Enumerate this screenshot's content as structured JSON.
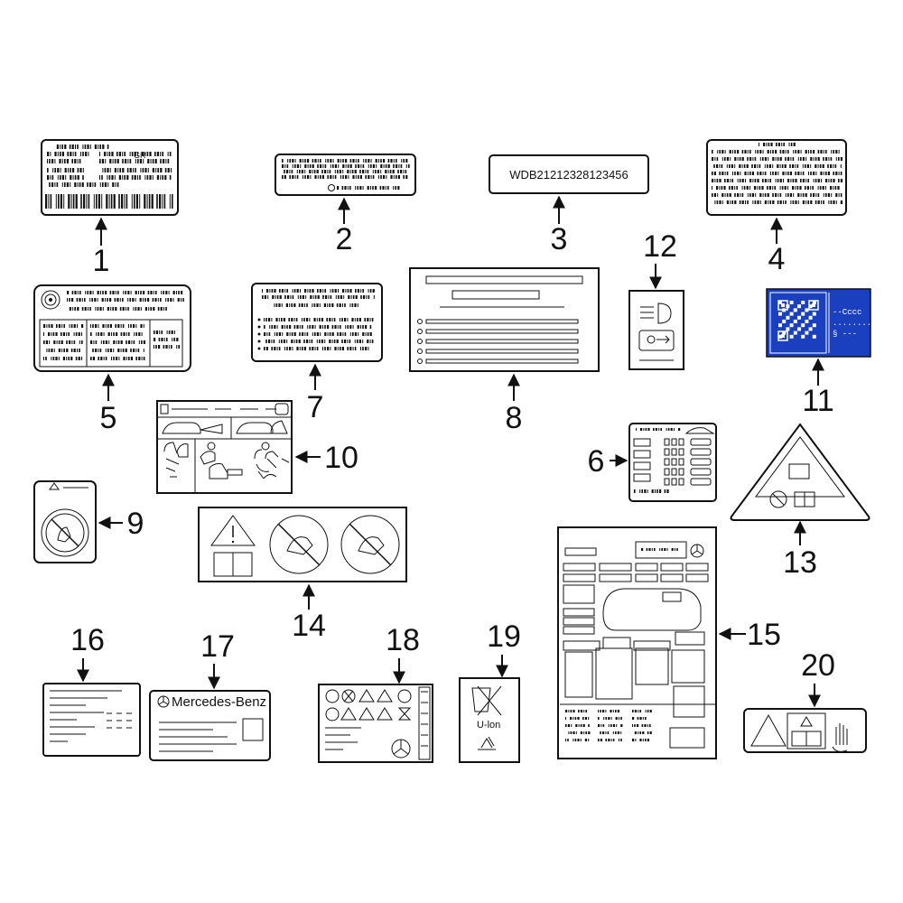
{
  "diagram": {
    "callouts": [
      "1",
      "2",
      "3",
      "4",
      "5",
      "6",
      "7",
      "8",
      "9",
      "10",
      "11",
      "12",
      "13",
      "14",
      "15",
      "16",
      "17",
      "18",
      "19",
      "20"
    ],
    "vin_text": "WDB21212328123456",
    "brand_text": "Mercedes-Benz",
    "recycle_text": "U-lon",
    "label11_text": [
      "--Cccc",
      "........",
      "§ ---"
    ],
    "label1_logo": "GR",
    "colors": {
      "ink": "#111111",
      "label11_blue": "#1a3fbf"
    }
  }
}
